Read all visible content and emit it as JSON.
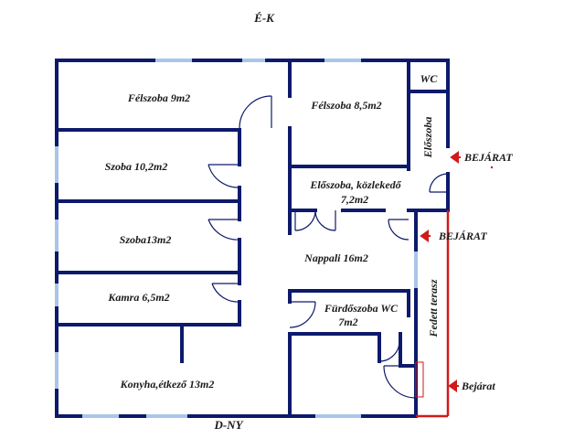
{
  "compass": {
    "north": "É-K",
    "south": "D-NY"
  },
  "rooms": {
    "felszoba_1": "Félszoba 9m2",
    "felszoba_2": "Félszoba 8,5m2",
    "wc": "WC",
    "eloszoba_small": "Előszoba",
    "szoba_1": "Szoba 10,2m2",
    "eloszoba_kozlekedo_1": "Előszoba, közlekedő",
    "eloszoba_kozlekedo_2": "7,2m2",
    "szoba_2": "Szoba13m2",
    "nappali": "Nappali 16m2",
    "kamra": "Kamra 6,5m2",
    "furdoszoba_1": "Fürdőszoba WC",
    "furdoszoba_2": "7m2",
    "fedett_terasz": "Fedett terasz",
    "konyha": "Konyha,étkező 13m2"
  },
  "entrances": {
    "upper": "BEJÁRAT",
    "middle": "BEJÁRAT",
    "lower": "Bejárat"
  },
  "colors": {
    "wall": "#0d1a6b",
    "window": "#a8c6e8",
    "terrace": "#d11a1a",
    "text": "#1a1a1a"
  }
}
